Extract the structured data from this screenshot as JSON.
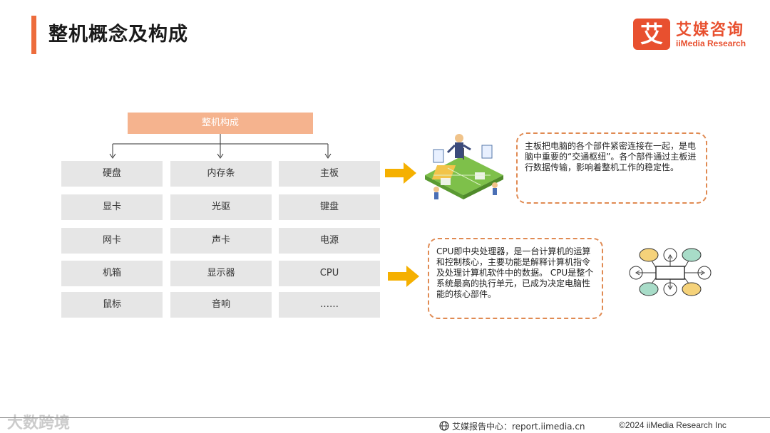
{
  "header": {
    "title": "整机概念及构成"
  },
  "logo": {
    "mark": "艾",
    "name_cn": "艾媒咨询",
    "name_en": "iiMedia Research"
  },
  "hierarchy": {
    "root": "整机构成",
    "columns": [
      [
        "硬盘",
        "显卡",
        "网卡",
        "机箱",
        "鼠标"
      ],
      [
        "内存条",
        "光驱",
        "声卡",
        "显示器",
        "音响"
      ],
      [
        "主板",
        "键盘",
        "电源",
        "CPU",
        "……"
      ]
    ]
  },
  "descriptions": {
    "motherboard": "主板把电脑的各个部件紧密连接在一起，是电脑中重要的“交通枢纽”。各个部件通过主板进行数据传输，影响着整机工作的稳定性。",
    "cpu": "CPU即中央处理器，是一台计算机的运算和控制核心，主要功能是解释计算机指令及处理计算机软件中的数据。 CPU是整个系统最高的执行单元，已成为决定电脑性能的核心部件。"
  },
  "icons": {
    "motherboard": "circuit-board-illustration",
    "cpu": "cpu-hub-diagram-icon",
    "arrow": "right-arrow-icon"
  },
  "colors": {
    "accent": "#ed6c3c",
    "root_box": "#f5b38e",
    "cell": "#e6e6e6",
    "arrow": "#f5b000",
    "yellow_node": "#f5d27a",
    "green_node": "#a8dcc8"
  },
  "footer": {
    "source": "艾媒报告中心：report.iimedia.cn",
    "copyright": "©2024  iiMedia Research  Inc"
  },
  "watermark": "大数跨境"
}
